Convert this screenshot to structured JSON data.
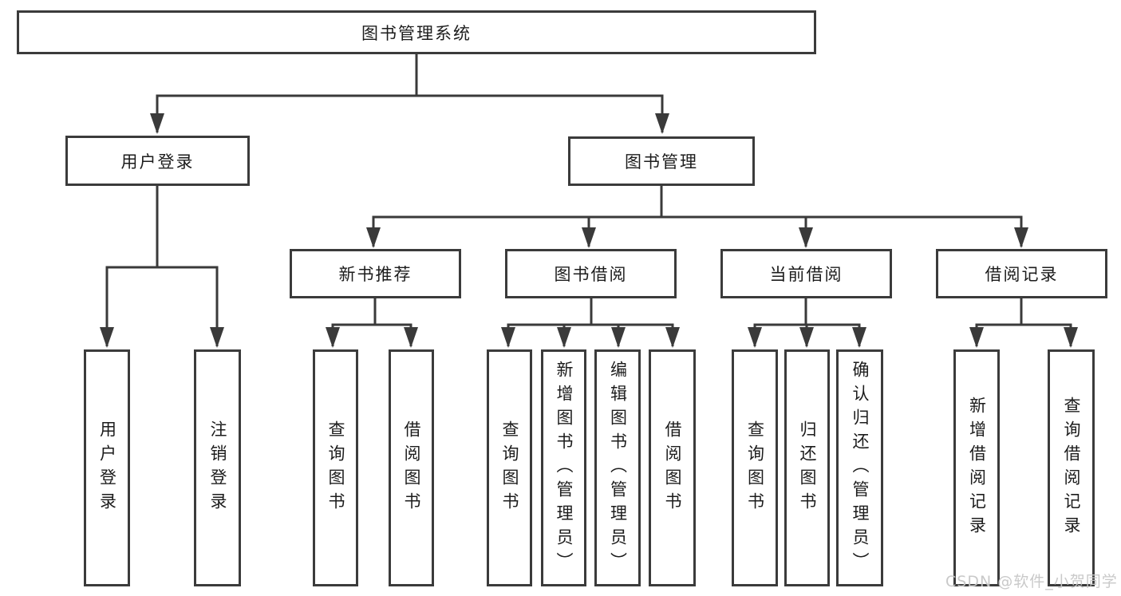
{
  "tree": {
    "root": {
      "label": "图书管理系统"
    },
    "children": [
      {
        "label": "用户登录",
        "children": [
          {
            "label": "用户登录"
          },
          {
            "label": "注销登录"
          }
        ]
      },
      {
        "label": "图书管理",
        "children": [
          {
            "label": "新书推荐",
            "children": [
              {
                "label": "查询图书"
              },
              {
                "label": "借阅图书"
              }
            ]
          },
          {
            "label": "图书借阅",
            "children": [
              {
                "label": "查询图书"
              },
              {
                "label": "新增图书（管理员）"
              },
              {
                "label": "编辑图书（管理员）"
              },
              {
                "label": "借阅图书"
              }
            ]
          },
          {
            "label": "当前借阅",
            "children": [
              {
                "label": "查询图书"
              },
              {
                "label": "归还图书"
              },
              {
                "label": "确认归还（管理员）"
              }
            ]
          },
          {
            "label": "借阅记录",
            "children": [
              {
                "label": "新增借阅记录"
              },
              {
                "label": "查询借阅记录"
              }
            ]
          }
        ]
      }
    ]
  },
  "watermark": {
    "text": "CSDN @软件_小贺同学"
  },
  "colors": {
    "line": "#3a3a3a",
    "border": "#3b3b3b",
    "text": "#1c1c1c",
    "watermark": "#c6c6c6",
    "background": "#ffffff"
  }
}
